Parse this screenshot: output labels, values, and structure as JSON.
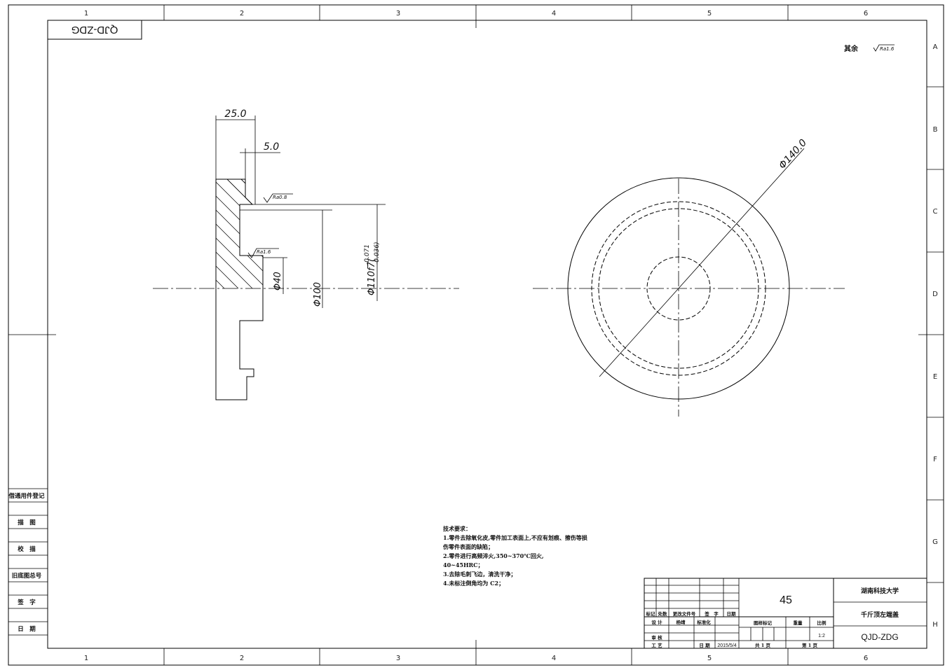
{
  "border": {
    "top_zones": [
      "1",
      "2",
      "3",
      "4",
      "5",
      "6"
    ],
    "bottom_zones": [
      "1",
      "2",
      "3",
      "4",
      "5",
      "6"
    ],
    "right_zones": [
      "A",
      "B",
      "C",
      "D",
      "E",
      "F",
      "G",
      "H"
    ]
  },
  "drawing_code_box": "QJD-ZDG",
  "surface_note": {
    "label": "其余",
    "value": "Ra1.6"
  },
  "dimensions": {
    "width_25": "25.0",
    "width_5": "5.0",
    "roughness_upper": "Ra0.8",
    "roughness_lower": "Ra1.6",
    "dia_40": "Φ40",
    "dia_100": "Φ100",
    "dia_110": "Φ110f7(",
    "dia_110_tol_upper": "-0.071",
    "dia_110_tol_lower": "-0.036)",
    "dia_140": "Φ140.0"
  },
  "tech_requirements": {
    "heading": "技术要求：",
    "lines": [
      "1.零件去除氧化皮,零件加工表面上,不应有划痕、擦伤等损",
      "伤零件表面的缺陷；",
      "2.零件进行高频淬火,350~370℃回火,",
      "40~45HRC；",
      "3.去除毛刺飞边，清洗干净；",
      "4.未标注倒角均为 C2；"
    ]
  },
  "left_sidebar": {
    "labels": [
      "借通用件登记",
      "描　图",
      "校　描",
      "旧底图总号",
      "签　字",
      "日　期"
    ]
  },
  "title_block": {
    "material": "45",
    "organization": "湖南科技大学",
    "part_name": "千斤顶左端盖",
    "drawing_number": "QJD-ZDG",
    "rev_headers": [
      "标记",
      "处数",
      "更改文件号",
      "签　字",
      "日期"
    ],
    "design": "设 计",
    "designer": "杨靖",
    "standardization": "标准化",
    "review": "审 核",
    "process": "工 艺",
    "date_label": "日 期",
    "date_value": "2015/5/4",
    "stage_mark": "图样标记",
    "weight": "重量",
    "scale_label": "比例",
    "scale_value": "1:2",
    "sheets_total": "共 1 页",
    "sheet_no": "第 1 页"
  }
}
